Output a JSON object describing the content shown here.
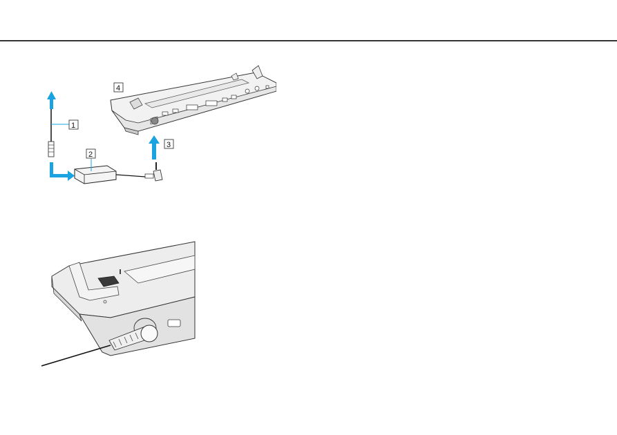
{
  "header": {
    "rule_color": "#333333"
  },
  "figure_top": {
    "callouts": [
      {
        "label": "1"
      },
      {
        "label": "2"
      },
      {
        "label": "3"
      },
      {
        "label": "4"
      }
    ],
    "arrow_color": "#1aa3e0"
  },
  "figure_bottom": {}
}
